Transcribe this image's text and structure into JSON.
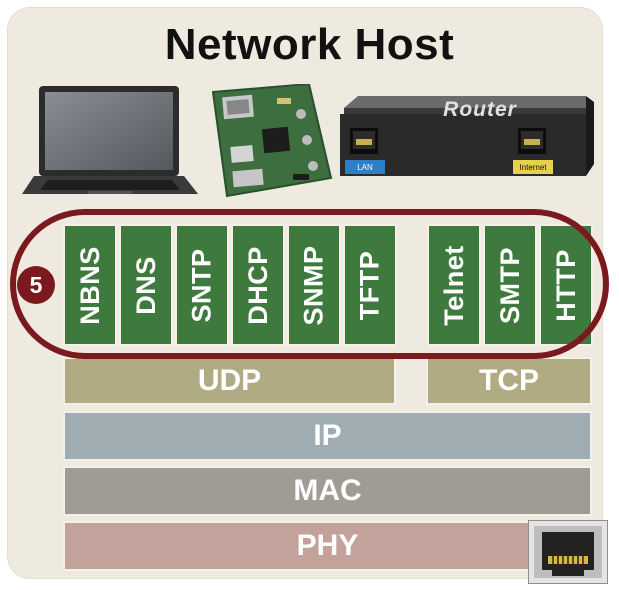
{
  "title": "Network Host",
  "icons": {
    "laptop": "laptop-icon",
    "board": "dev-board-icon",
    "router": "router-icon",
    "jack": "ethernet-jack-icon"
  },
  "router": {
    "label": "Router",
    "lan": "LAN",
    "internet": "Internet"
  },
  "highlight": {
    "badge": "5",
    "color": "#7a1a1e"
  },
  "udp_apps": [
    "NBNS",
    "DNS",
    "SNTP",
    "DHCP",
    "SNMP",
    "TFTP"
  ],
  "tcp_apps": [
    "Telnet",
    "SMTP",
    "HTTP"
  ],
  "layers": {
    "udp": "UDP",
    "tcp": "TCP",
    "ip": "IP",
    "mac": "MAC",
    "phy": "PHY"
  },
  "colors": {
    "app": "#3e7a3e",
    "transport": "#b1ab84",
    "ip": "#9fadb2",
    "mac": "#a19c93",
    "phy": "#c2a29a"
  }
}
